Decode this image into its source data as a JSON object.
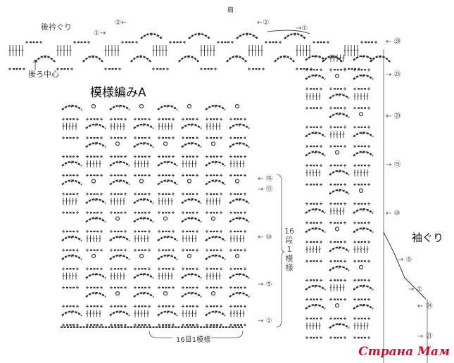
{
  "labels": {
    "shoulder": "肩",
    "back_neckline": "後衿ぐり",
    "back_center": "後ろ中心",
    "pattern_title": "模様編みA",
    "armhole": "袖ぐり",
    "repeat_rows": "16段1模様",
    "repeat_stitches": "16目1模様"
  },
  "row_markers_main": [
    {
      "label": "⑯",
      "dir": "←"
    },
    {
      "label": "⑮",
      "dir": "→"
    },
    {
      "label": "⑩",
      "dir": "←"
    },
    {
      "label": "⑤",
      "dir": "→"
    },
    {
      "label": "①",
      "dir": "→"
    }
  ],
  "row_markers_right": [
    {
      "label": "㉘",
      "dir": "←"
    },
    {
      "label": "㉕",
      "dir": "→"
    },
    {
      "label": "⑳",
      "dir": "←"
    },
    {
      "label": "⑮",
      "dir": "→"
    },
    {
      "label": "⑩",
      "dir": "←"
    },
    {
      "label": "⑤",
      "dir": "→"
    },
    {
      "label": "①",
      "dir": "→"
    },
    {
      "label": "㉔",
      "dir": "←"
    },
    {
      "label": "㉑",
      "dir": "→"
    }
  ],
  "row_markers_top": [
    {
      "label": "①",
      "dir": "→"
    },
    {
      "label": "②",
      "dir": "←"
    },
    {
      "label": "②",
      "dir": "←"
    },
    {
      "label": "①",
      "dir": "→"
    }
  ],
  "watermark": "Страна Мам"
}
